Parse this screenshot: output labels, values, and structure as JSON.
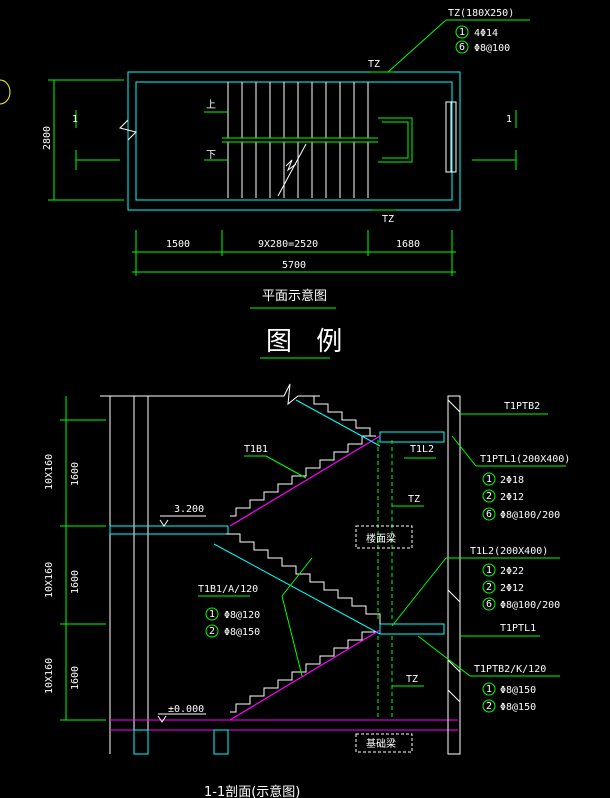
{
  "plan": {
    "tz_top_label": "TZ",
    "tz_bottom_label": "TZ",
    "tz_callout": "TZ(180X250)",
    "tz_rebar_1": "4Φ14",
    "tz_rebar_1_num": "1",
    "tz_rebar_2": "Φ8@100",
    "tz_rebar_2_num": "6",
    "up_label": "上",
    "down_label": "下",
    "section_mark_left": "1",
    "section_mark_right": "1",
    "height_dim": "2800",
    "dim_1": "1500",
    "dim_2": "9X280=2520",
    "dim_3": "1680",
    "dim_total": "5700",
    "caption": "平面示意图"
  },
  "legend_title": "图 例",
  "section": {
    "left_dim_1": "10X160",
    "left_dim_1b": "1600",
    "left_dim_2": "10X160",
    "left_dim_2b": "1600",
    "left_dim_3": "10X160",
    "left_dim_3b": "1600",
    "elev_mid": "3.200",
    "elev_base": "±0.000",
    "tb1": "T1B1",
    "tb1_alt": "T1B1/A/120",
    "tb1_rebar_1_num": "1",
    "tb1_rebar_1": "Φ8@120",
    "tb1_rebar_2_num": "2",
    "tb1_rebar_2": "Φ8@150",
    "tl2": "T1L2",
    "tz_1": "TZ",
    "tz_2": "TZ",
    "floor_beam": "楼面梁",
    "base_beam": "基础梁",
    "ptb2": "T1PTB2",
    "ptl1_title": "T1PTL1(200X400)",
    "ptl1_r1_num": "1",
    "ptl1_r1": "2Φ18",
    "ptl1_r2_num": "2",
    "ptl1_r2": "2Φ12",
    "ptl1_r3_num": "6",
    "ptl1_r3": "Φ8@100/200",
    "tl2_title": "T1L2(200X400)",
    "tl2_r1_num": "1",
    "tl2_r1": "2Φ22",
    "tl2_r2_num": "2",
    "tl2_r2": "2Φ12",
    "tl2_r3_num": "6",
    "tl2_r3": "Φ8@100/200",
    "ptl1_2": "T1PTL1",
    "ptb2_alt": "T1PTB2/K/120",
    "ptb2_r1_num": "1",
    "ptb2_r1": "Φ8@150",
    "ptb2_r2_num": "2",
    "ptb2_r2": "Φ8@150",
    "caption": "1-1剖面(示意图)"
  },
  "colors": {
    "green": "#00ff00",
    "cyan": "#00ffff",
    "magenta": "#ff00ff",
    "white": "#ffffff",
    "yellow": "#ffff00"
  }
}
